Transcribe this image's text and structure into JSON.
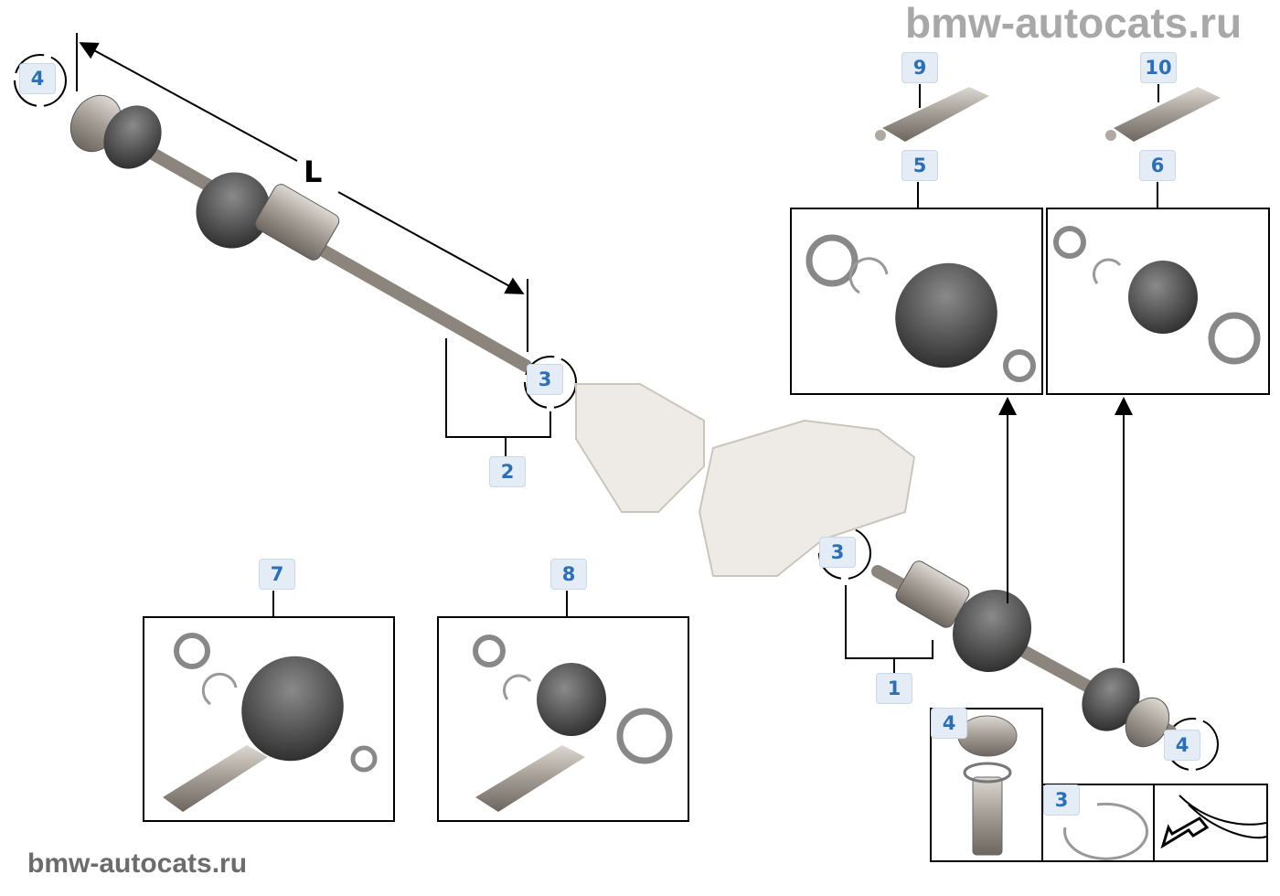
{
  "watermark": "bmw-autocats.ru",
  "dimension_label": "L",
  "callouts": [
    {
      "id": "c4a",
      "label": "4"
    },
    {
      "id": "c3a",
      "label": "3"
    },
    {
      "id": "c2",
      "label": "2"
    },
    {
      "id": "c9",
      "label": "9"
    },
    {
      "id": "c10",
      "label": "10"
    },
    {
      "id": "c5",
      "label": "5"
    },
    {
      "id": "c6",
      "label": "6"
    },
    {
      "id": "c3b",
      "label": "3"
    },
    {
      "id": "c7",
      "label": "7"
    },
    {
      "id": "c8",
      "label": "8"
    },
    {
      "id": "c1",
      "label": "1"
    },
    {
      "id": "c4b",
      "label": "4"
    },
    {
      "id": "c4c",
      "label": "4"
    },
    {
      "id": "c3c",
      "label": "3"
    }
  ]
}
